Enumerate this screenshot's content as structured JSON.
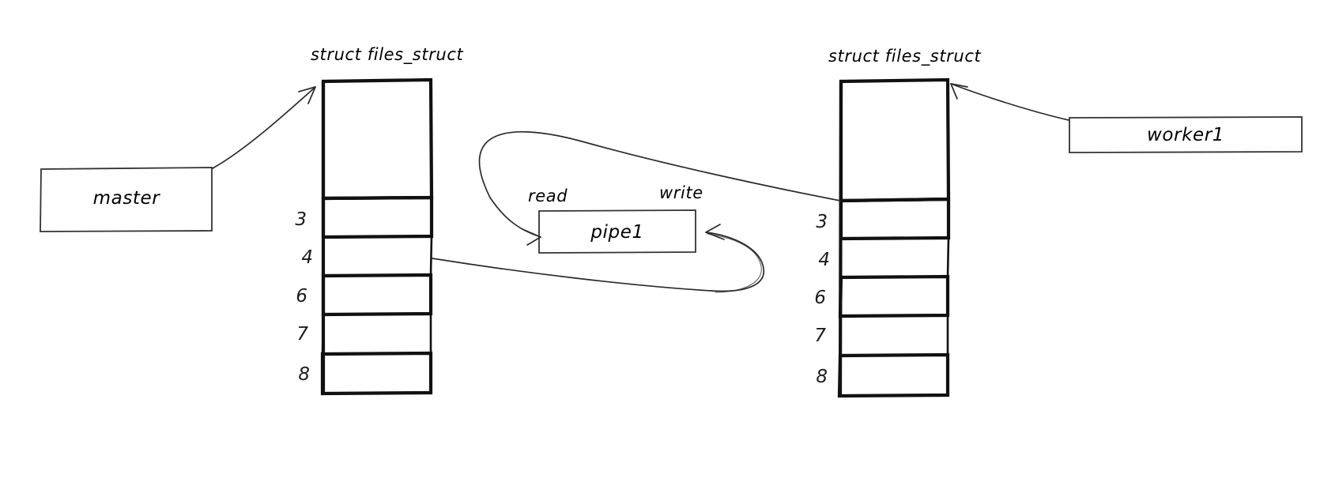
{
  "diagram": {
    "title_left": "struct files_struct",
    "title_right": "struct files_struct",
    "process_left": "master",
    "process_right": "worker1",
    "pipe": "pipe1",
    "edge_label_read": "read",
    "edge_label_write": "write",
    "colors": {
      "background": "#ffffff",
      "ink": "#111111",
      "thin_ink": "#2a2a2a",
      "box_stroke": "#333333"
    },
    "fd_table_left": {
      "owner": "master",
      "rows": [
        {
          "label": "",
          "index": 0
        },
        {
          "label": "3",
          "index": 1
        },
        {
          "label": "4",
          "index": 2
        },
        {
          "label": "6",
          "index": 3
        },
        {
          "label": "7",
          "index": 4
        },
        {
          "label": "8",
          "index": 5
        }
      ]
    },
    "fd_table_right": {
      "owner": "worker1",
      "rows": [
        {
          "label": "",
          "index": 0
        },
        {
          "label": "3",
          "index": 1
        },
        {
          "label": "4",
          "index": 2
        },
        {
          "label": "6",
          "index": 3
        },
        {
          "label": "7",
          "index": 4
        },
        {
          "label": "8",
          "index": 5
        }
      ]
    },
    "connections": [
      {
        "name": "master-to-files-struct",
        "from": "master",
        "to": "fd_table_left",
        "label": ""
      },
      {
        "name": "worker1-to-files-struct",
        "from": "worker1",
        "to": "fd_table_right",
        "label": ""
      },
      {
        "name": "worker1-fd3-read-pipe1",
        "from": "fd_table_right.row3",
        "to": "pipe1",
        "label": "read"
      },
      {
        "name": "master-fd4-write-pipe1",
        "from": "fd_table_left.row4",
        "to": "pipe1",
        "label": "write"
      }
    ]
  }
}
